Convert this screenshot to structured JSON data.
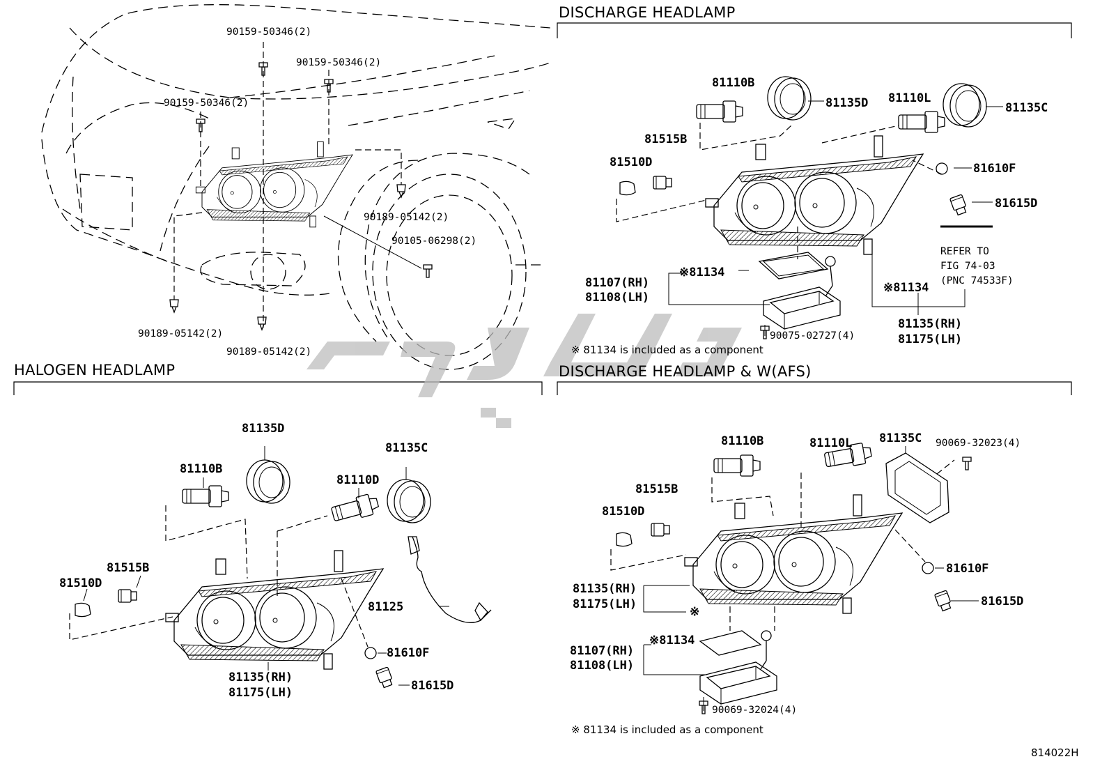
{
  "figure_number": "814022H",
  "watermark": "ایرانی",
  "overview": {
    "labels": [
      "90159-50346(2)",
      "90159-50346(2)",
      "90159-50346(2)",
      "90189-05142(2)",
      "90105-06298(2)",
      "90189-05142(2)",
      "90189-05142(2)"
    ]
  },
  "discharge": {
    "title": "DISCHARGE HEADLAMP",
    "labels": [
      "81110B",
      "81135D",
      "81110L",
      "81135C",
      "81515B",
      "81510D",
      "81610F",
      "81615D",
      "※81134",
      "81107(RH)",
      "81108(LH)",
      "※81134",
      "81135(RH)",
      "81175(LH)",
      "90075-02727(4)"
    ],
    "refer": [
      "REFER TO",
      "FIG 74-03",
      "(PNC 74533F)"
    ],
    "note": "※ 81134 is included as a component"
  },
  "halogen": {
    "title": "HALOGEN HEADLAMP",
    "labels": [
      "81135D",
      "81110B",
      "81135C",
      "81110D",
      "81515B",
      "81510D",
      "81125",
      "81610F",
      "81615D",
      "81135(RH)",
      "81175(LH)"
    ]
  },
  "afs": {
    "title": "DISCHARGE HEADLAMP & W(AFS)",
    "labels": [
      "81110B",
      "81110L",
      "81135C",
      "90069-32023(4)",
      "81515B",
      "81510D",
      "81610F",
      "81615D",
      "81135(RH)",
      "81175(LH)",
      "※",
      "※81134",
      "81107(RH)",
      "81108(LH)",
      "90069-32024(4)"
    ],
    "note": "※ 81134 is included as a component"
  }
}
